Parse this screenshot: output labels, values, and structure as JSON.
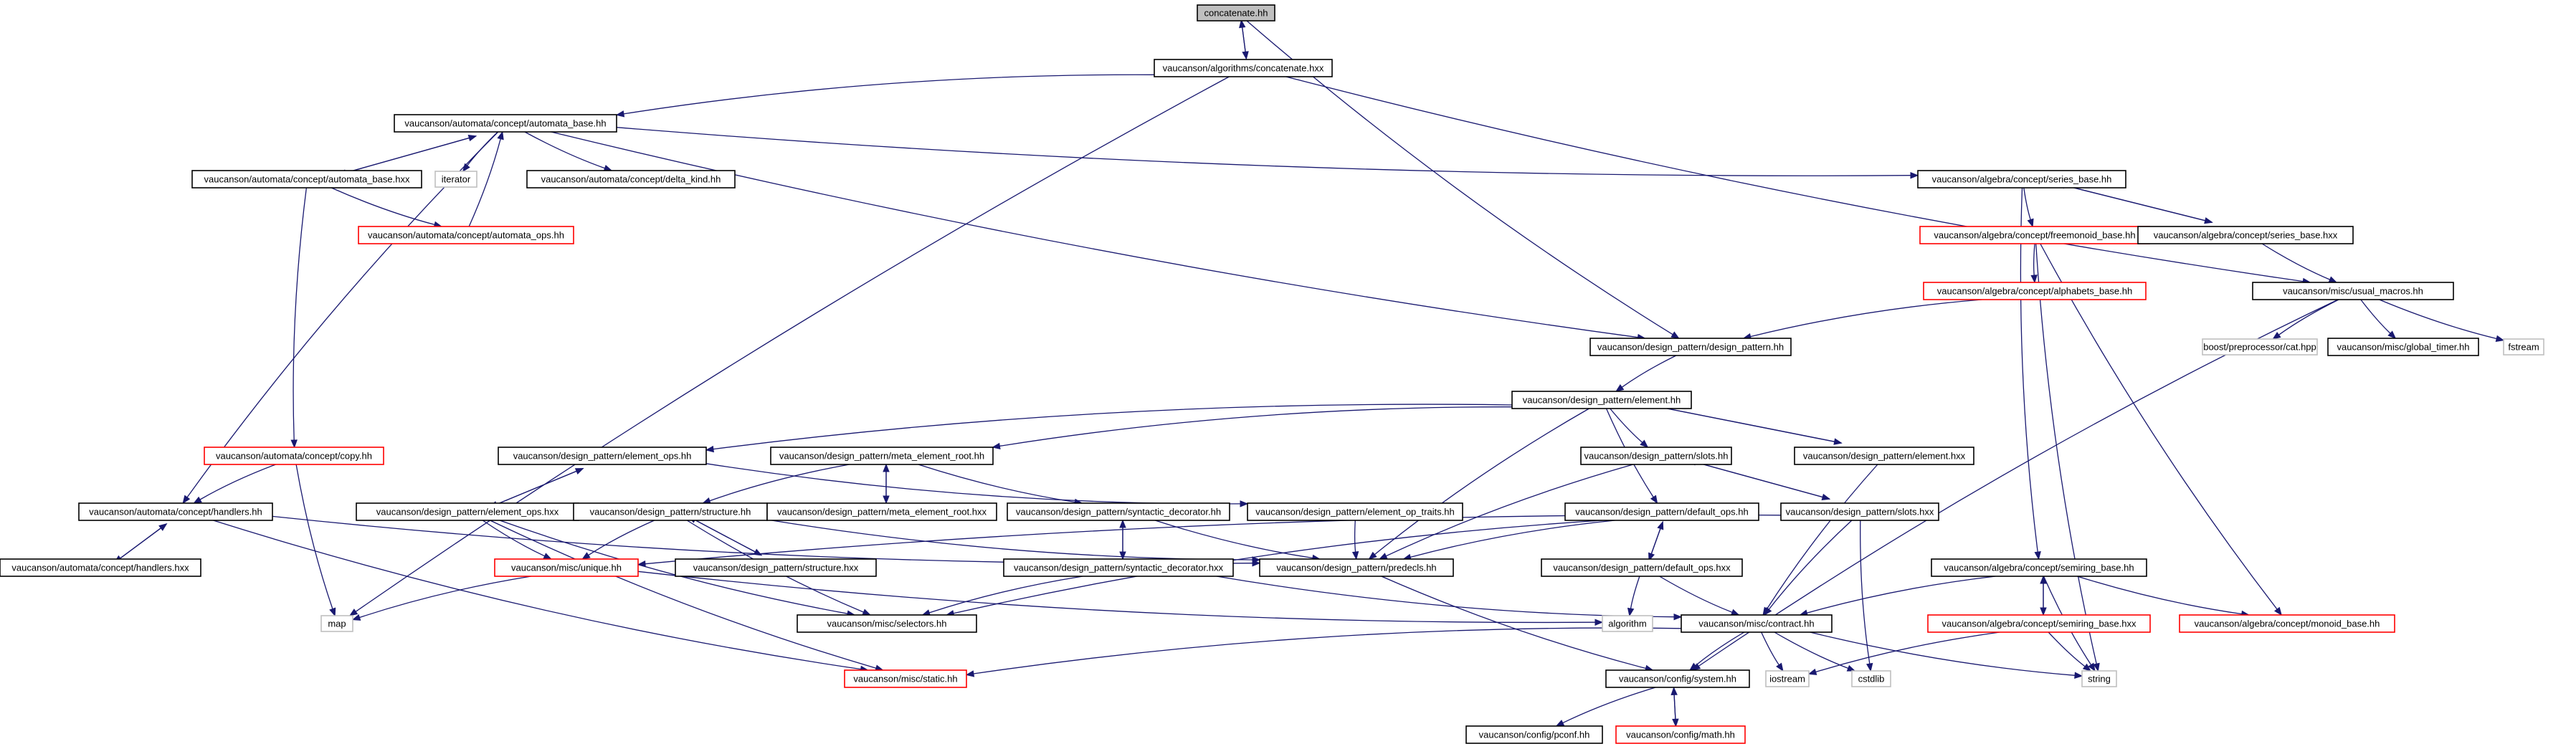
{
  "graph": {
    "colors": {
      "edge": "#191970",
      "border_normal": "#000000",
      "border_missing": "#ff0000",
      "border_external": "#bfbfbf",
      "fill_root": "#bfbfbf",
      "fill_normal": "#ffffff"
    },
    "nodes": [
      {
        "id": "concatenate_hh",
        "label": "concatenate.hh",
        "kind": "root"
      },
      {
        "id": "concatenate_hxx",
        "label": "vaucanson/algorithms/concatenate.hxx",
        "kind": "normal"
      },
      {
        "id": "automata_base_hh",
        "label": "vaucanson/automata/concept/automata_base.hh",
        "kind": "normal"
      },
      {
        "id": "automata_base_hxx",
        "label": "vaucanson/automata/concept/automata_base.hxx",
        "kind": "normal"
      },
      {
        "id": "iterator",
        "label": "iterator",
        "kind": "external"
      },
      {
        "id": "delta_kind_hh",
        "label": "vaucanson/automata/concept/delta_kind.hh",
        "kind": "normal"
      },
      {
        "id": "automata_ops_hh",
        "label": "vaucanson/automata/concept/automata_ops.hh",
        "kind": "missing"
      },
      {
        "id": "copy_hh",
        "label": "vaucanson/automata/concept/copy.hh",
        "kind": "missing"
      },
      {
        "id": "handlers_hh",
        "label": "vaucanson/automata/concept/handlers.hh",
        "kind": "normal"
      },
      {
        "id": "handlers_hxx",
        "label": "vaucanson/automata/concept/handlers.hxx",
        "kind": "normal"
      },
      {
        "id": "map",
        "label": "map",
        "kind": "external"
      },
      {
        "id": "series_base_hh",
        "label": "vaucanson/algebra/concept/series_base.hh",
        "kind": "normal"
      },
      {
        "id": "freemonoid_base_hh",
        "label": "vaucanson/algebra/concept/freemonoid_base.hh",
        "kind": "missing"
      },
      {
        "id": "series_base_hxx",
        "label": "vaucanson/algebra/concept/series_base.hxx",
        "kind": "normal"
      },
      {
        "id": "alphabets_base_hh",
        "label": "vaucanson/algebra/concept/alphabets_base.hh",
        "kind": "missing"
      },
      {
        "id": "usual_macros_hh",
        "label": "vaucanson/misc/usual_macros.hh",
        "kind": "normal"
      },
      {
        "id": "design_pattern_hh",
        "label": "vaucanson/design_pattern/design_pattern.hh",
        "kind": "normal"
      },
      {
        "id": "cat_hpp",
        "label": "boost/preprocessor/cat.hpp",
        "kind": "external"
      },
      {
        "id": "global_timer_hh",
        "label": "vaucanson/misc/global_timer.hh",
        "kind": "normal"
      },
      {
        "id": "fstream",
        "label": "fstream",
        "kind": "external"
      },
      {
        "id": "element_hh",
        "label": "vaucanson/design_pattern/element.hh",
        "kind": "normal"
      },
      {
        "id": "element_ops_hh",
        "label": "vaucanson/design_pattern/element_ops.hh",
        "kind": "normal"
      },
      {
        "id": "meta_element_root_hh",
        "label": "vaucanson/design_pattern/meta_element_root.hh",
        "kind": "normal"
      },
      {
        "id": "slots_hh",
        "label": "vaucanson/design_pattern/slots.hh",
        "kind": "normal"
      },
      {
        "id": "element_hxx",
        "label": "vaucanson/design_pattern/element.hxx",
        "kind": "normal"
      },
      {
        "id": "element_ops_hxx",
        "label": "vaucanson/design_pattern/element_ops.hxx",
        "kind": "normal"
      },
      {
        "id": "structure_hh",
        "label": "vaucanson/design_pattern/structure.hh",
        "kind": "normal"
      },
      {
        "id": "meta_element_root_hxx",
        "label": "vaucanson/design_pattern/meta_element_root.hxx",
        "kind": "normal"
      },
      {
        "id": "syntactic_decorator_hh",
        "label": "vaucanson/design_pattern/syntactic_decorator.hh",
        "kind": "normal"
      },
      {
        "id": "element_op_traits_hh",
        "label": "vaucanson/design_pattern/element_op_traits.hh",
        "kind": "normal"
      },
      {
        "id": "default_ops_hh",
        "label": "vaucanson/design_pattern/default_ops.hh",
        "kind": "normal"
      },
      {
        "id": "slots_hxx",
        "label": "vaucanson/design_pattern/slots.hxx",
        "kind": "normal"
      },
      {
        "id": "unique_hh",
        "label": "vaucanson/misc/unique.hh",
        "kind": "missing"
      },
      {
        "id": "structure_hxx",
        "label": "vaucanson/design_pattern/structure.hxx",
        "kind": "normal"
      },
      {
        "id": "syntactic_decorator_hxx",
        "label": "vaucanson/design_pattern/syntactic_decorator.hxx",
        "kind": "normal"
      },
      {
        "id": "predecls_hh",
        "label": "vaucanson/design_pattern/predecls.hh",
        "kind": "normal"
      },
      {
        "id": "default_ops_hxx",
        "label": "vaucanson/design_pattern/default_ops.hxx",
        "kind": "normal"
      },
      {
        "id": "semiring_base_hh",
        "label": "vaucanson/algebra/concept/semiring_base.hh",
        "kind": "normal"
      },
      {
        "id": "selectors_hh",
        "label": "vaucanson/misc/selectors.hh",
        "kind": "normal"
      },
      {
        "id": "algorithm",
        "label": "algorithm",
        "kind": "external"
      },
      {
        "id": "contract_hh",
        "label": "vaucanson/misc/contract.hh",
        "kind": "normal"
      },
      {
        "id": "semiring_base_hxx",
        "label": "vaucanson/algebra/concept/semiring_base.hxx",
        "kind": "missing"
      },
      {
        "id": "monoid_base_hh",
        "label": "vaucanson/algebra/concept/monoid_base.hh",
        "kind": "missing"
      },
      {
        "id": "static_hh",
        "label": "vaucanson/misc/static.hh",
        "kind": "missing"
      },
      {
        "id": "system_hh",
        "label": "vaucanson/config/system.hh",
        "kind": "normal"
      },
      {
        "id": "iostream",
        "label": "iostream",
        "kind": "external"
      },
      {
        "id": "cstdlib",
        "label": "cstdlib",
        "kind": "external"
      },
      {
        "id": "string",
        "label": "string",
        "kind": "external"
      },
      {
        "id": "pconf_hh",
        "label": "vaucanson/config/pconf.hh",
        "kind": "normal"
      },
      {
        "id": "math_hh",
        "label": "vaucanson/config/math.hh",
        "kind": "missing"
      }
    ],
    "edges": [
      [
        "concatenate_hh",
        "concatenate_hxx"
      ],
      [
        "concatenate_hxx",
        "concatenate_hh"
      ],
      [
        "concatenate_hh",
        "design_pattern_hh"
      ],
      [
        "concatenate_hxx",
        "automata_base_hh"
      ],
      [
        "concatenate_hxx",
        "usual_macros_hh"
      ],
      [
        "concatenate_hxx",
        "map"
      ],
      [
        "automata_base_hh",
        "automata_base_hxx"
      ],
      [
        "automata_base_hxx",
        "automata_base_hh"
      ],
      [
        "automata_base_hh",
        "iterator"
      ],
      [
        "automata_base_hh",
        "delta_kind_hh"
      ],
      [
        "automata_base_hh",
        "series_base_hh"
      ],
      [
        "automata_base_hh",
        "design_pattern_hh"
      ],
      [
        "automata_base_hh",
        "handlers_hh"
      ],
      [
        "automata_base_hxx",
        "automata_ops_hh"
      ],
      [
        "automata_ops_hh",
        "automata_base_hh"
      ],
      [
        "automata_base_hxx",
        "copy_hh"
      ],
      [
        "copy_hh",
        "handlers_hh"
      ],
      [
        "copy_hh",
        "map"
      ],
      [
        "handlers_hh",
        "handlers_hxx"
      ],
      [
        "handlers_hxx",
        "handlers_hh"
      ],
      [
        "handlers_hh",
        "predecls_hh"
      ],
      [
        "handlers_hh",
        "static_hh"
      ],
      [
        "series_base_hh",
        "series_base_hxx"
      ],
      [
        "series_base_hxx",
        "series_base_hh"
      ],
      [
        "series_base_hh",
        "freemonoid_base_hh"
      ],
      [
        "series_base_hh",
        "semiring_base_hh"
      ],
      [
        "series_base_hxx",
        "usual_macros_hh"
      ],
      [
        "freemonoid_base_hh",
        "alphabets_base_hh"
      ],
      [
        "freemonoid_base_hh",
        "monoid_base_hh"
      ],
      [
        "freemonoid_base_hh",
        "string"
      ],
      [
        "alphabets_base_hh",
        "design_pattern_hh"
      ],
      [
        "usual_macros_hh",
        "cat_hpp"
      ],
      [
        "usual_macros_hh",
        "global_timer_hh"
      ],
      [
        "usual_macros_hh",
        "fstream"
      ],
      [
        "usual_macros_hh",
        "system_hh"
      ],
      [
        "design_pattern_hh",
        "element_hh"
      ],
      [
        "element_hh",
        "element_ops_hh"
      ],
      [
        "element_hh",
        "meta_element_root_hh"
      ],
      [
        "element_hh",
        "slots_hh"
      ],
      [
        "element_hh",
        "element_hxx"
      ],
      [
        "element_hxx",
        "element_hh"
      ],
      [
        "element_hh",
        "default_ops_hh"
      ],
      [
        "element_hh",
        "predecls_hh"
      ],
      [
        "element_hxx",
        "contract_hh"
      ],
      [
        "element_ops_hh",
        "element_ops_hxx"
      ],
      [
        "element_ops_hxx",
        "element_ops_hh"
      ],
      [
        "element_ops_hh",
        "element_op_traits_hh"
      ],
      [
        "element_ops_hxx",
        "unique_hh"
      ],
      [
        "element_ops_hxx",
        "selectors_hh"
      ],
      [
        "element_ops_hxx",
        "static_hh"
      ],
      [
        "meta_element_root_hh",
        "meta_element_root_hxx"
      ],
      [
        "meta_element_root_hxx",
        "meta_element_root_hh"
      ],
      [
        "meta_element_root_hh",
        "structure_hh"
      ],
      [
        "meta_element_root_hh",
        "syntactic_decorator_hh"
      ],
      [
        "structure_hh",
        "structure_hxx"
      ],
      [
        "structure_hxx",
        "structure_hh"
      ],
      [
        "structure_hh",
        "unique_hh"
      ],
      [
        "structure_hh",
        "predecls_hh"
      ],
      [
        "structure_hh",
        "selectors_hh"
      ],
      [
        "syntactic_decorator_hh",
        "syntactic_decorator_hxx"
      ],
      [
        "syntactic_decorator_hxx",
        "syntactic_decorator_hh"
      ],
      [
        "syntactic_decorator_hh",
        "predecls_hh"
      ],
      [
        "syntactic_decorator_hxx",
        "selectors_hh"
      ],
      [
        "syntactic_decorator_hxx",
        "contract_hh"
      ],
      [
        "element_op_traits_hh",
        "predecls_hh"
      ],
      [
        "slots_hh",
        "slots_hxx"
      ],
      [
        "slots_hxx",
        "slots_hh"
      ],
      [
        "slots_hh",
        "predecls_hh"
      ],
      [
        "slots_hxx",
        "unique_hh"
      ],
      [
        "slots_hxx",
        "contract_hh"
      ],
      [
        "slots_hxx",
        "cstdlib"
      ],
      [
        "default_ops_hh",
        "default_ops_hxx"
      ],
      [
        "default_ops_hxx",
        "default_ops_hh"
      ],
      [
        "default_ops_hh",
        "predecls_hh"
      ],
      [
        "default_ops_hh",
        "selectors_hh"
      ],
      [
        "default_ops_hxx",
        "algorithm"
      ],
      [
        "default_ops_hxx",
        "contract_hh"
      ],
      [
        "unique_hh",
        "map"
      ],
      [
        "unique_hh",
        "algorithm"
      ],
      [
        "predecls_hh",
        "system_hh"
      ],
      [
        "semiring_base_hh",
        "semiring_base_hxx"
      ],
      [
        "semiring_base_hxx",
        "semiring_base_hh"
      ],
      [
        "semiring_base_hh",
        "monoid_base_hh"
      ],
      [
        "semiring_base_hh",
        "contract_hh"
      ],
      [
        "semiring_base_hh",
        "string"
      ],
      [
        "semiring_base_hxx",
        "iostream"
      ],
      [
        "semiring_base_hxx",
        "string"
      ],
      [
        "contract_hh",
        "system_hh"
      ],
      [
        "contract_hh",
        "iostream"
      ],
      [
        "contract_hh",
        "cstdlib"
      ],
      [
        "contract_hh",
        "string"
      ],
      [
        "contract_hh",
        "static_hh"
      ],
      [
        "system_hh",
        "pconf_hh"
      ],
      [
        "system_hh",
        "math_hh"
      ],
      [
        "math_hh",
        "system_hh"
      ]
    ]
  }
}
